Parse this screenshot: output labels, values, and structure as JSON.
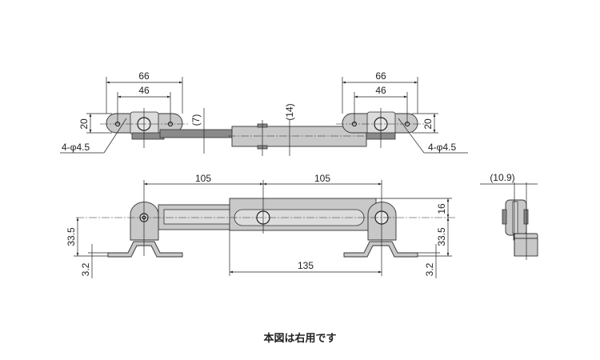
{
  "top_view": {
    "left": {
      "dim_overall": "66",
      "dim_holes": "46",
      "dim_height": "20",
      "hole_note": "4-φ4.5"
    },
    "rod_dim": "(7)",
    "body_dim": "(14)",
    "right": {
      "dim_overall": "66",
      "dim_holes": "46",
      "dim_height": "20",
      "hole_note": "4-φ4.5"
    }
  },
  "front_view": {
    "dim_left_span": "105",
    "dim_right_span": "105",
    "dim_stroke": "135",
    "left_height": "33.5",
    "left_thickness": "3.2",
    "right_top": "16",
    "right_height": "33.5",
    "right_thickness": "3.2"
  },
  "side_view": {
    "dim_width": "(10.9)"
  },
  "caption": "本図は右用です"
}
